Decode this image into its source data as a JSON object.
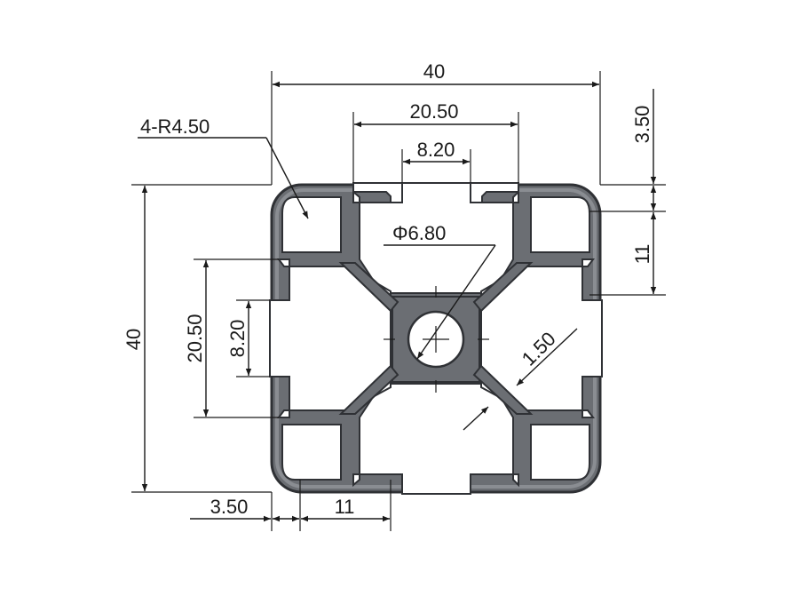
{
  "drawing": {
    "profile_fill": "#6b6e73",
    "profile_edge": "#2f3135",
    "cavity_fill": "#ffffff",
    "line_color": "#1a1a1a"
  },
  "dimensions": {
    "overall_width": "40",
    "overall_height": "40",
    "slot_outer_top": "20.50",
    "slot_inner_top": "8.20",
    "slot_outer_left": "20.50",
    "slot_inner_left": "8.20",
    "radius_callout": "4-R4.50",
    "bore": "Φ6.80",
    "wall": "1.50",
    "lip_right": "3.50",
    "pocket_right": "11",
    "lip_bottom": "3.50",
    "pocket_bottom": "11"
  }
}
